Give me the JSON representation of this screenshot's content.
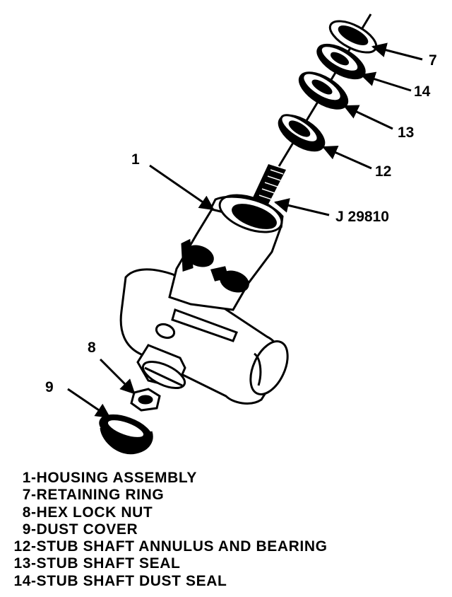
{
  "callouts": {
    "c1": "1",
    "c7": "7",
    "c14": "14",
    "c13": "13",
    "c12": "12",
    "tool": "J 29810",
    "c8": "8",
    "c9": "9"
  },
  "legend": [
    {
      "num": "1",
      "text": "-HOUSING ASSEMBLY"
    },
    {
      "num": "7",
      "text": "-RETAINING RING"
    },
    {
      "num": "8",
      "text": "-HEX LOCK NUT"
    },
    {
      "num": "9",
      "text": "-DUST COVER"
    },
    {
      "num": "12",
      "text": "-STUB SHAFT ANNULUS AND BEARING"
    },
    {
      "num": "13",
      "text": "-STUB SHAFT SEAL"
    },
    {
      "num": "14",
      "text": "-STUB SHAFT DUST SEAL"
    }
  ]
}
